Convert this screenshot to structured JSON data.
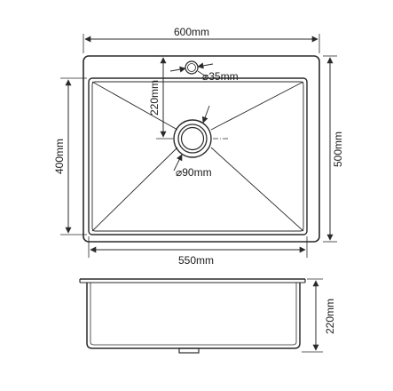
{
  "dimensions": {
    "overall_width": "600mm",
    "overall_depth": "500mm",
    "bowl_width": "550mm",
    "bowl_depth": "400mm",
    "drain_offset": "220mm",
    "tap_hole": "⌀35mm",
    "drain_diameter": "⌀90mm",
    "sink_height": "220mm"
  },
  "colors": {
    "line": "#2a2a2a",
    "background": "#ffffff"
  }
}
